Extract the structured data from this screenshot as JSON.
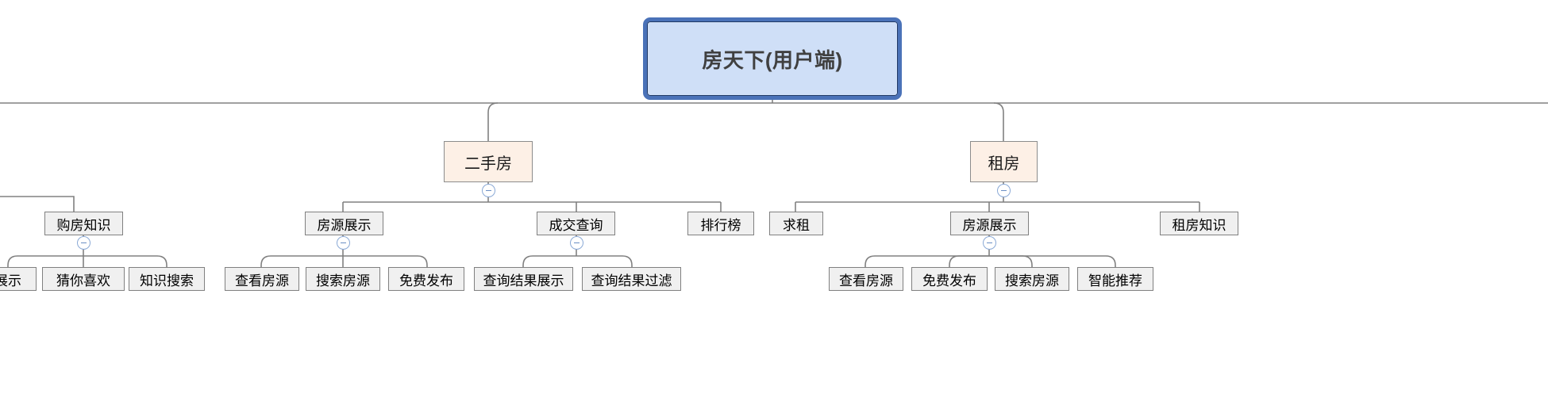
{
  "diagram": {
    "type": "tree",
    "title": "房天下(用户端)",
    "orientation": "top-down",
    "colors": {
      "root_fill": "#cfdff7",
      "root_border": "#4a72b8",
      "category_fill": "#fdf0e6",
      "category_border": "#8c8c8c",
      "node_fill": "#f0f0f0",
      "node_border": "#808080",
      "connector": "#808080",
      "toggle_border": "#8aa9d6",
      "background": "#ffffff"
    }
  },
  "root": {
    "label": "房天下(用户端)"
  },
  "categories": [
    {
      "label": "二手房",
      "toggle": "−"
    },
    {
      "label": "租房",
      "toggle": "−"
    }
  ],
  "groups": [
    {
      "label": "购房知识",
      "toggle": "−",
      "children": [
        {
          "label": "展示"
        },
        {
          "label": "猜你喜欢"
        },
        {
          "label": "知识搜索"
        }
      ]
    },
    {
      "label": "房源展示",
      "toggle": "−",
      "children": [
        {
          "label": "查看房源"
        },
        {
          "label": "搜索房源"
        },
        {
          "label": "免费发布"
        }
      ]
    },
    {
      "label": "成交查询",
      "toggle": "−",
      "children": [
        {
          "label": "查询结果展示"
        },
        {
          "label": "查询结果过滤"
        }
      ]
    },
    {
      "label": "排行榜",
      "toggle": "",
      "children": []
    },
    {
      "label": "求租",
      "toggle": "",
      "children": []
    },
    {
      "label": "房源展示",
      "toggle": "−",
      "children": [
        {
          "label": "查看房源"
        },
        {
          "label": "免费发布"
        },
        {
          "label": "搜索房源"
        },
        {
          "label": "智能推荐"
        }
      ]
    },
    {
      "label": "租房知识",
      "toggle": "",
      "children": []
    }
  ],
  "toggle_glyph": "−"
}
